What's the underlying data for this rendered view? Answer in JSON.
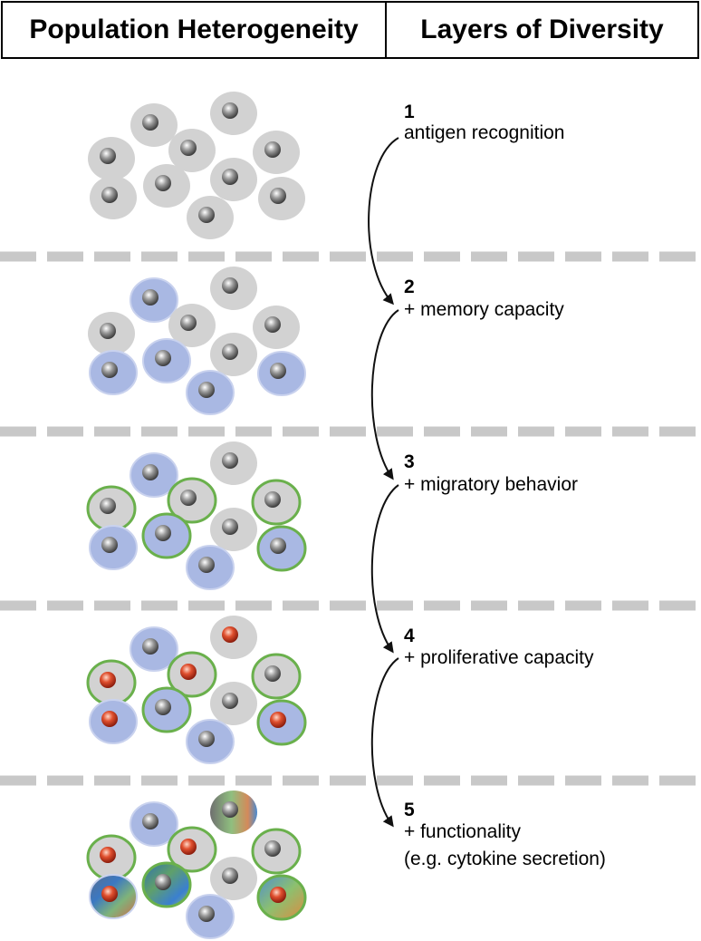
{
  "header": {
    "left_title": "Population Heterogeneity",
    "right_title": "Layers of Diversity"
  },
  "colors": {
    "cell_grey": "#d2d2d2",
    "cell_blue": "#a9b8e3",
    "ring_green": "#6ab04c",
    "divider": "#c8c8c8",
    "nucleus_red": "#d9442b"
  },
  "steps": [
    {
      "number": "1",
      "text": "antigen recognition",
      "text2": ""
    },
    {
      "number": "2",
      "text": "+ memory capacity",
      "text2": ""
    },
    {
      "number": "3",
      "text": "+ migratory behavior",
      "text2": ""
    },
    {
      "number": "4",
      "text": "+ proliferative capacity",
      "text2": ""
    },
    {
      "number": "5",
      "text": "+ functionality",
      "text2": "(e.g. cytokine secretion)"
    }
  ]
}
